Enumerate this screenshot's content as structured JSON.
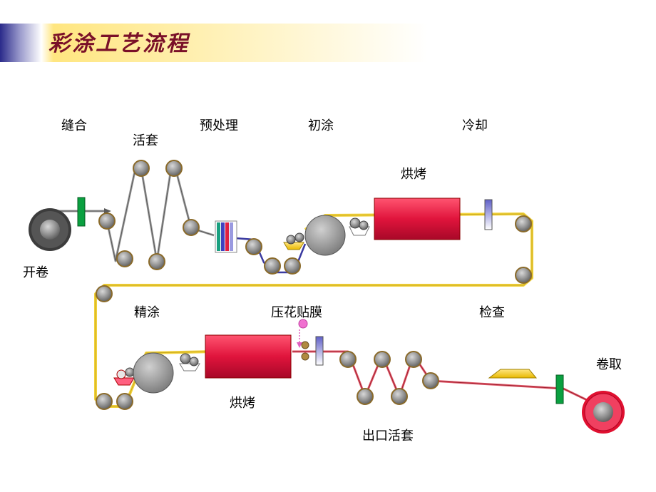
{
  "title": "彩涂工艺流程",
  "labels": {
    "seam": "缝合",
    "entry_looper": "活套",
    "pretreat": "预处理",
    "prime_coat": "初涂",
    "cooling": "冷却",
    "bake_1": "烘烤",
    "uncoiler": "开卷",
    "finish_coat": "精涂",
    "emboss_laminate": "压花贴膜",
    "inspection": "检查",
    "recoiler": "卷取",
    "bake_2": "烘烤",
    "exit_looper": "出口活套"
  },
  "colors": {
    "strip_gray": "#9a9a9a",
    "strip_blue": "#3a3aa0",
    "strip_yellow": "#f2d23c",
    "strip_red": "#e05a6a",
    "oven_red": "#e0143c",
    "roller": "#6a6a6a",
    "roller_rim": "#8a6a2a",
    "green_block": "#0aa040"
  }
}
